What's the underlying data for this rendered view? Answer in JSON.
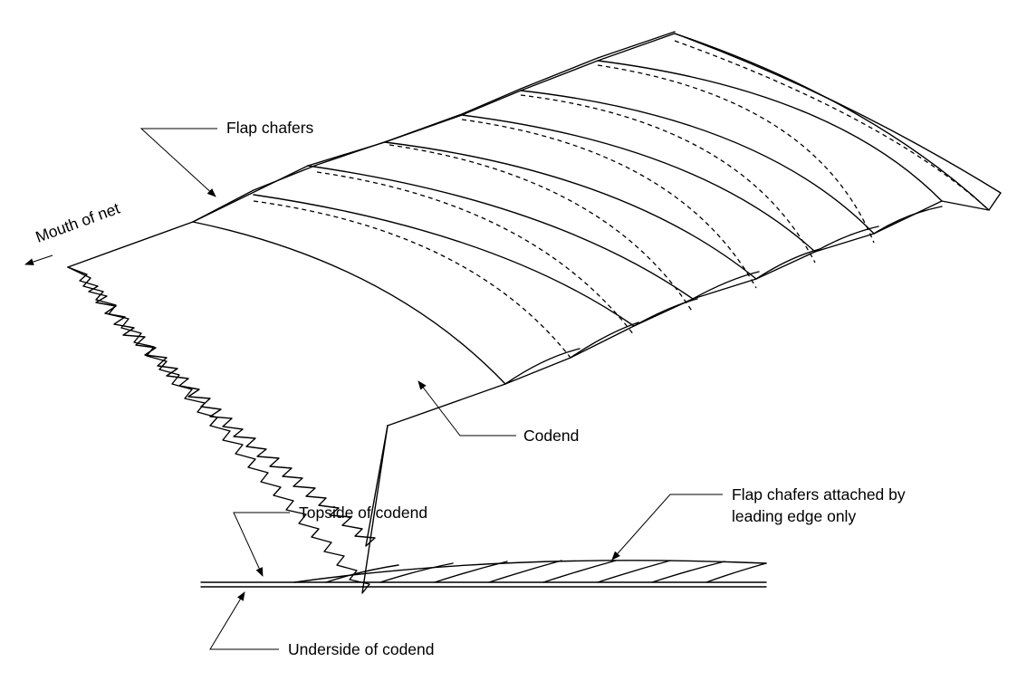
{
  "labels": {
    "flap_chafers": "Flap chafers",
    "mouth_of_net": "Mouth of net",
    "codend": "Codend",
    "topside": "Topside of codend",
    "underside": "Underside of codend",
    "attached_line1": "Flap chafers attached by",
    "attached_line2": "leading edge only"
  }
}
